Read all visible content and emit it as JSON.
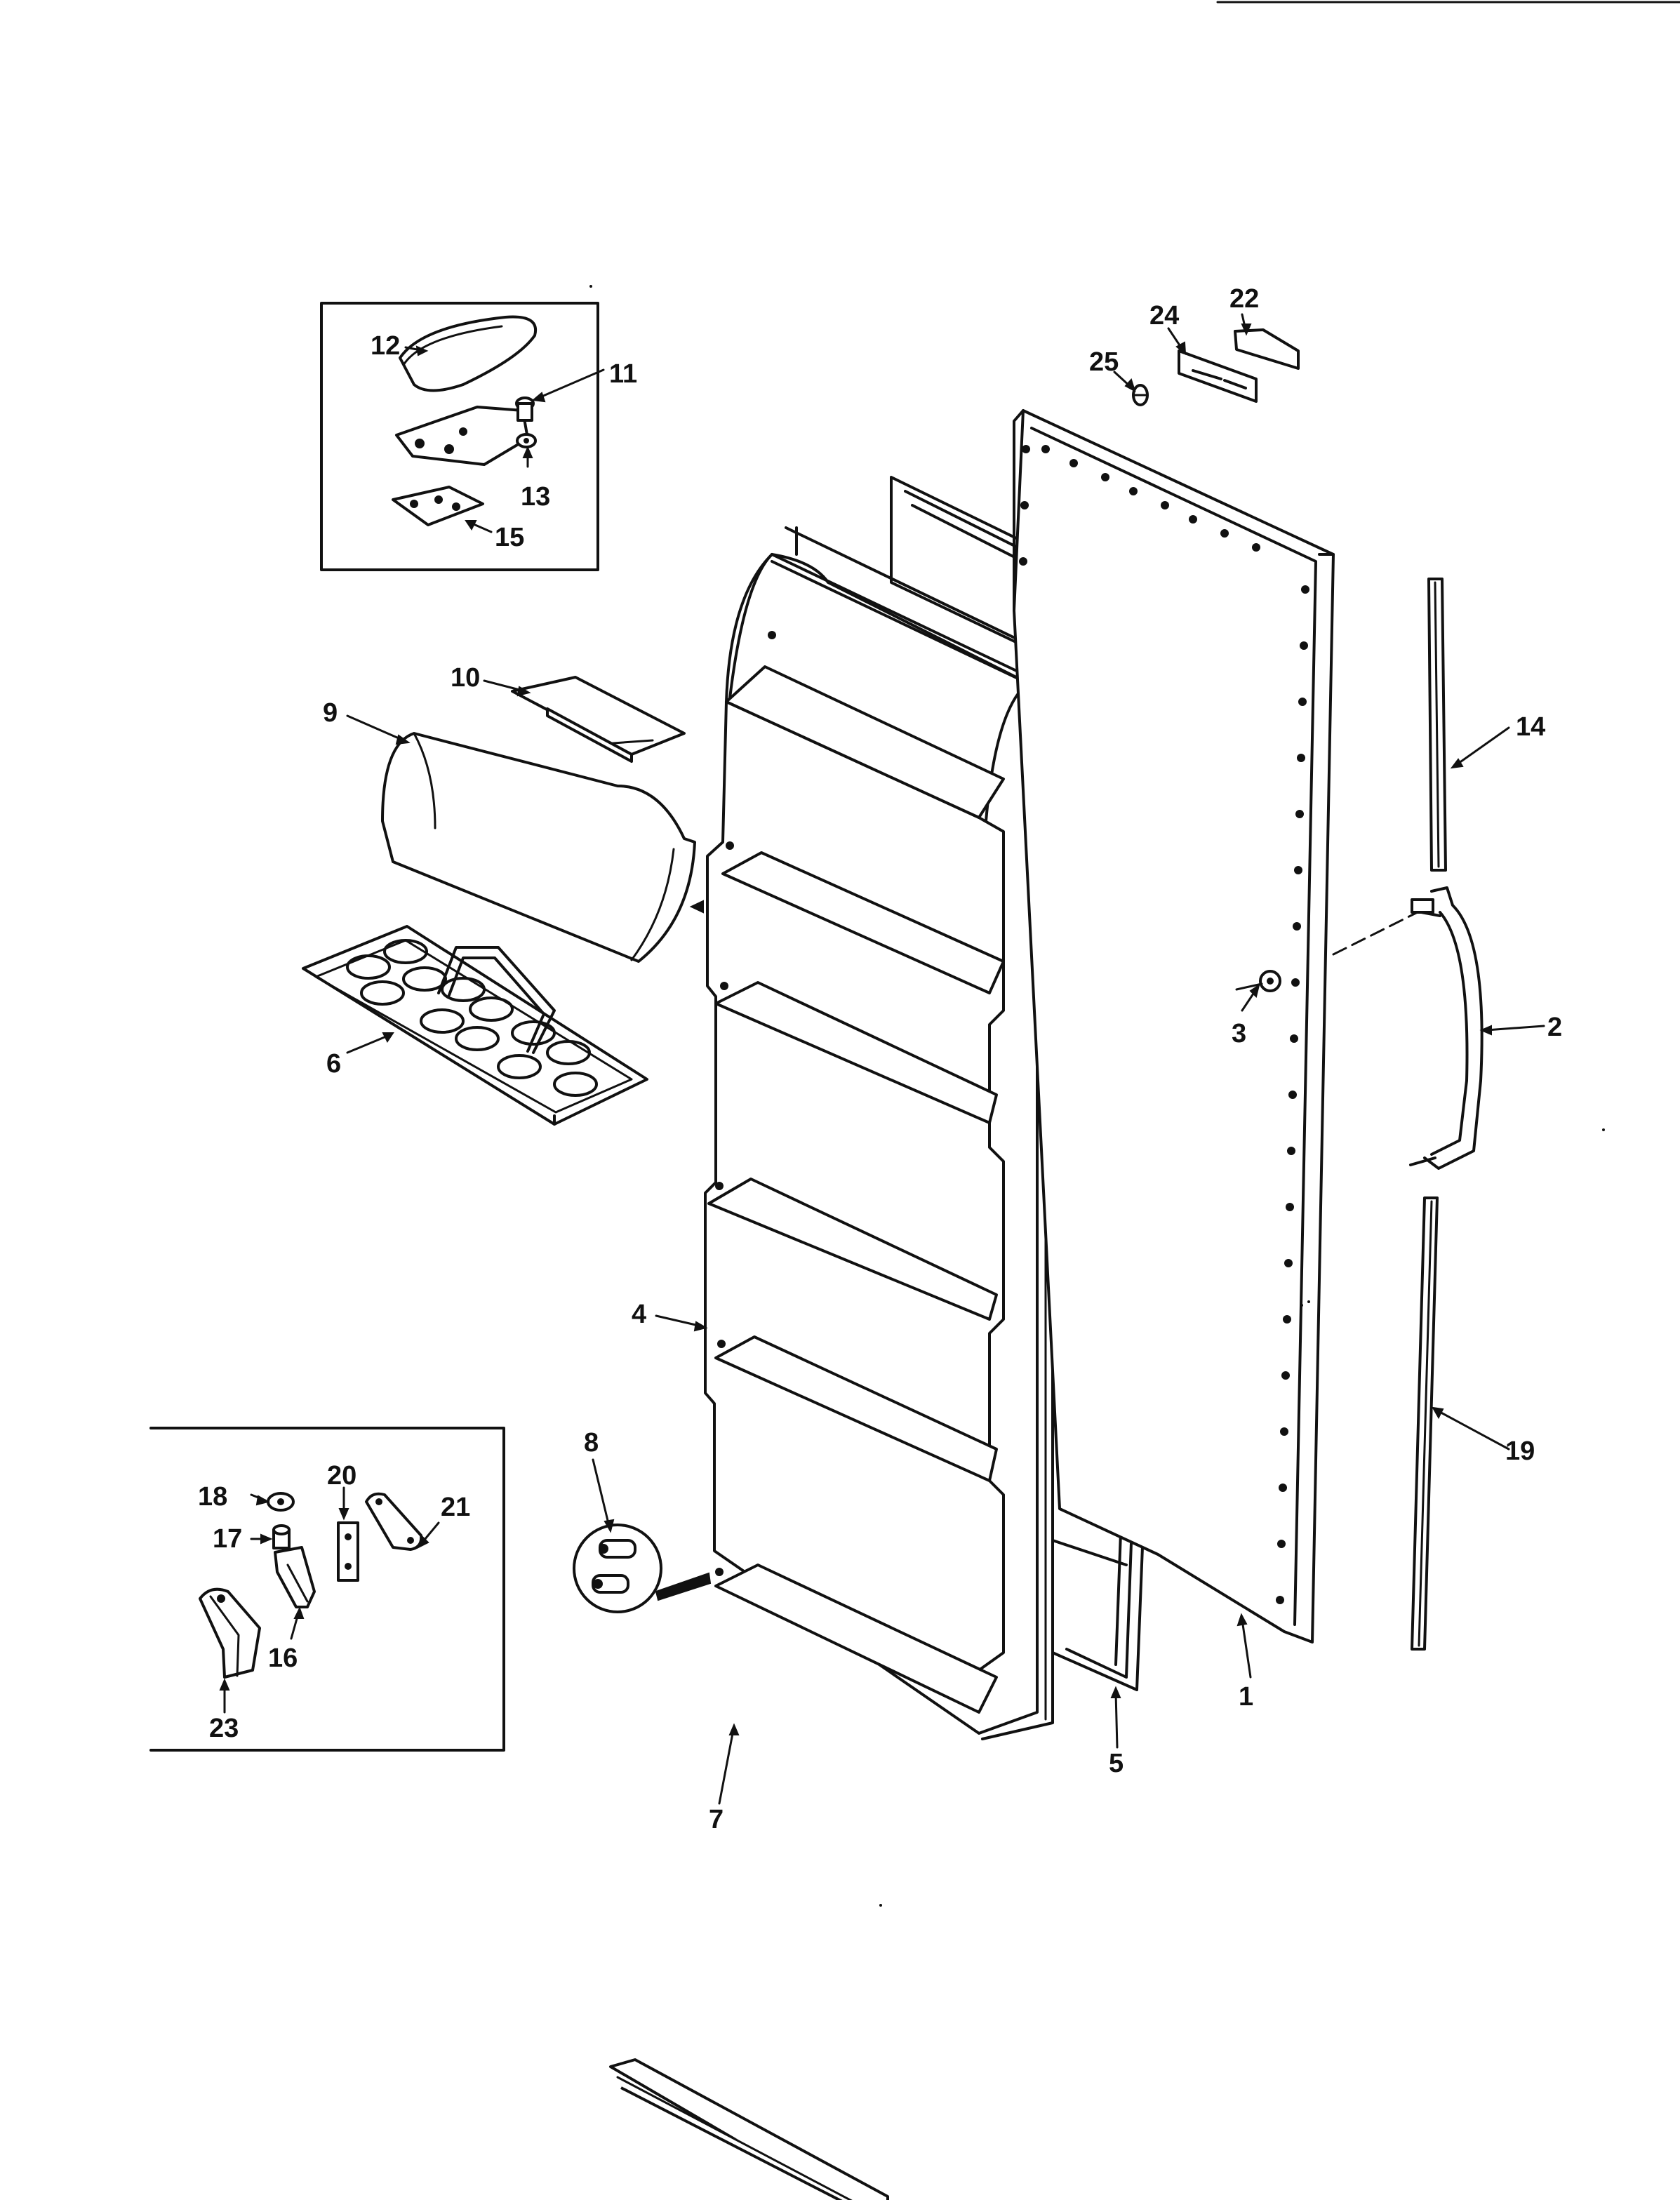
{
  "parts_diagram": {
    "callouts": [
      {
        "id": "callout-1",
        "number": "1"
      },
      {
        "id": "callout-2",
        "number": "2"
      },
      {
        "id": "callout-3",
        "number": "3"
      },
      {
        "id": "callout-4",
        "number": "4"
      },
      {
        "id": "callout-5",
        "number": "5"
      },
      {
        "id": "callout-6",
        "number": "6"
      },
      {
        "id": "callout-7",
        "number": "7"
      },
      {
        "id": "callout-8",
        "number": "8"
      },
      {
        "id": "callout-9",
        "number": "9"
      },
      {
        "id": "callout-10",
        "number": "10"
      },
      {
        "id": "callout-11",
        "number": "11"
      },
      {
        "id": "callout-12",
        "number": "12"
      },
      {
        "id": "callout-13",
        "number": "13"
      },
      {
        "id": "callout-14",
        "number": "14"
      },
      {
        "id": "callout-15",
        "number": "15"
      },
      {
        "id": "callout-16",
        "number": "16"
      },
      {
        "id": "callout-17",
        "number": "17"
      },
      {
        "id": "callout-18",
        "number": "18"
      },
      {
        "id": "callout-19",
        "number": "19"
      },
      {
        "id": "callout-20",
        "number": "20"
      },
      {
        "id": "callout-21",
        "number": "21"
      },
      {
        "id": "callout-22",
        "number": "22"
      },
      {
        "id": "callout-23",
        "number": "23"
      },
      {
        "id": "callout-24",
        "number": "24"
      },
      {
        "id": "callout-25",
        "number": "25"
      }
    ]
  }
}
